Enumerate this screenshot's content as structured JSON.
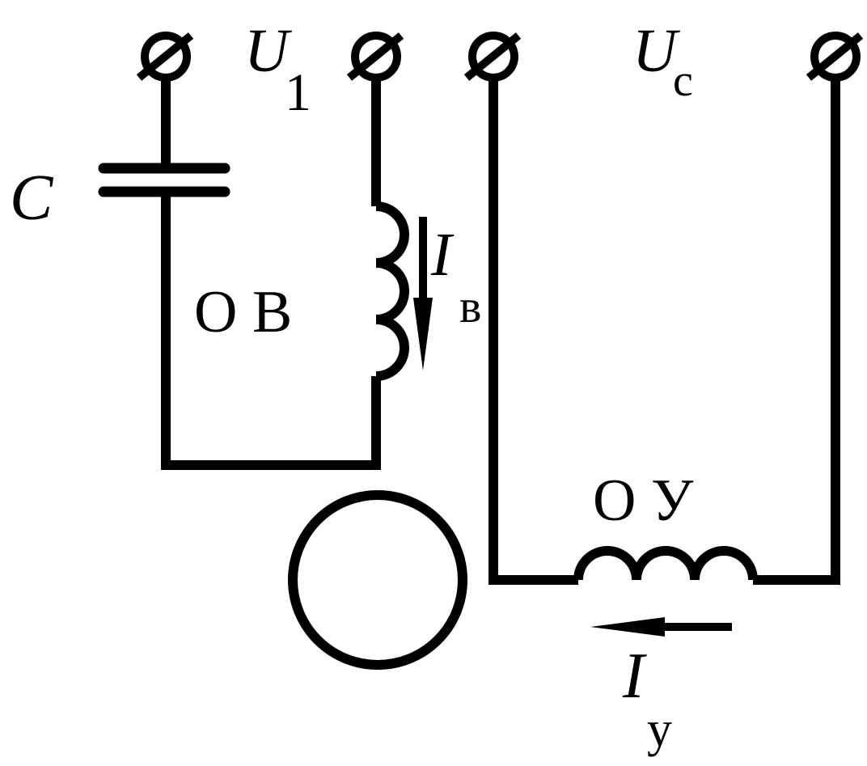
{
  "diagram": {
    "terminals": {
      "u1_symbol": "U",
      "u1_subscript": "1",
      "uc_symbol": "U",
      "uc_subscript": "c"
    },
    "capacitor": {
      "label": "C"
    },
    "excitation_winding": {
      "label": "О В",
      "current_symbol": "I",
      "current_subscript": "в"
    },
    "control_winding": {
      "label": "О У",
      "current_symbol": "I",
      "current_subscript": "у"
    }
  }
}
